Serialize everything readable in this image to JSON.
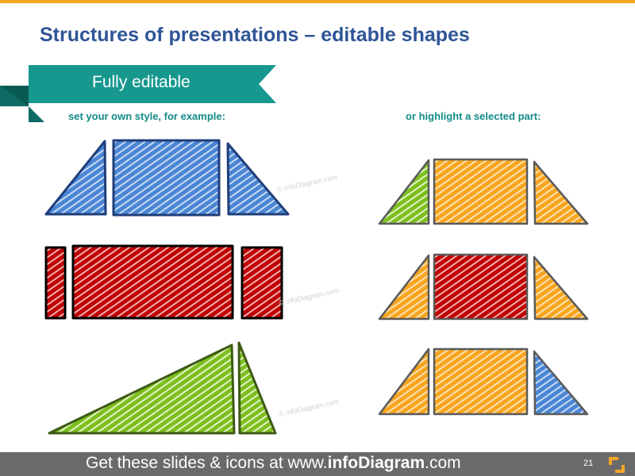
{
  "slide": {
    "title": "Structures of presentations – editable shapes",
    "banner_label": "Fully editable",
    "subtitle_left": "set your own style, for example:",
    "subtitle_right": "or highlight a selected part:",
    "watermark": "© infoDiagram.com"
  },
  "colors": {
    "accent": "#f5a623",
    "title": "#2f5597",
    "banner": "#17988f",
    "banner_fold": "#0d6b64",
    "subtitle": "#138a88",
    "blue": "#4a86d4",
    "red": "#c00000",
    "green": "#7cbf1e",
    "orange": "#f8a51e",
    "footer_bg": "#6a6a6a"
  },
  "shapes": {
    "left_rows": [
      {
        "pieces": [
          "blue",
          "blue",
          "blue"
        ]
      },
      {
        "pieces": [
          "red",
          "red",
          "red"
        ]
      },
      {
        "pieces": [
          "green",
          "green"
        ]
      }
    ],
    "right_rows": [
      {
        "pieces": [
          "green",
          "orange",
          "orange"
        ],
        "highlight": "left"
      },
      {
        "pieces": [
          "orange",
          "red",
          "orange"
        ],
        "highlight": "middle"
      },
      {
        "pieces": [
          "orange",
          "orange",
          "blue"
        ],
        "highlight": "right"
      }
    ]
  },
  "footer": {
    "pre": "Get these slides & icons at www.",
    "brand": "infoDiagram",
    "post": ".com",
    "page_number": "21"
  }
}
